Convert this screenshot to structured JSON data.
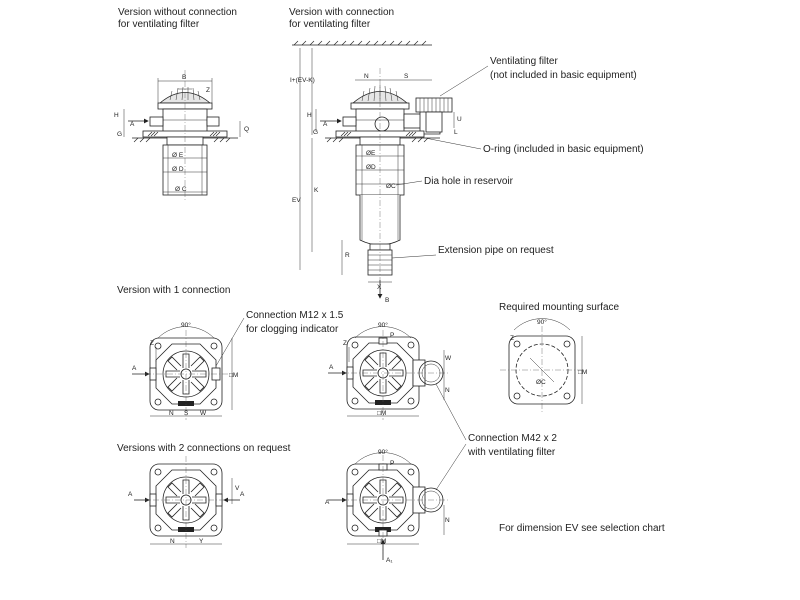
{
  "captions": {
    "without_connection": [
      "Version without connection",
      "for ventilating filter"
    ],
    "with_connection": [
      "Version with connection",
      "for ventilating filter"
    ],
    "ventilating_filter": [
      "Ventilating filter",
      "(not included in basic equipment)"
    ],
    "o_ring": "O-ring (included in basic equipment)",
    "dia_hole": "Dia hole in reservoir",
    "extension_pipe": "Extension pipe on request",
    "one_connection": "Version with 1 connection",
    "connection_m12": [
      "Connection M12 x 1.5",
      "for clogging indicator"
    ],
    "mounting_surface": "Required mounting surface",
    "two_connections": "Versions with 2 connections on request",
    "connection_m42": [
      "Connection M42 x 2",
      "with ventilating filter"
    ],
    "dimension_ev": "For dimension EV see selection chart"
  },
  "dims": {
    "B": "B",
    "Z": "Z",
    "H": "H",
    "A": "A",
    "G": "G",
    "Q": "Q",
    "E": "Ø E",
    "D": "Ø D",
    "C": "Ø C",
    "N": "N",
    "S": "S",
    "U": "U",
    "L": "L",
    "C_small": "ØC",
    "E_small": "ØE",
    "D_small": "ØD",
    "EVK": "I+(EV-K)",
    "K": "K",
    "EV": "EV",
    "R": "R",
    "X": "X",
    "Bout": "B",
    "deg90": "90°",
    "P": "P",
    "M": "□M",
    "W": "W",
    "V": "V",
    "Y": "Y",
    "A1": "A₁"
  }
}
